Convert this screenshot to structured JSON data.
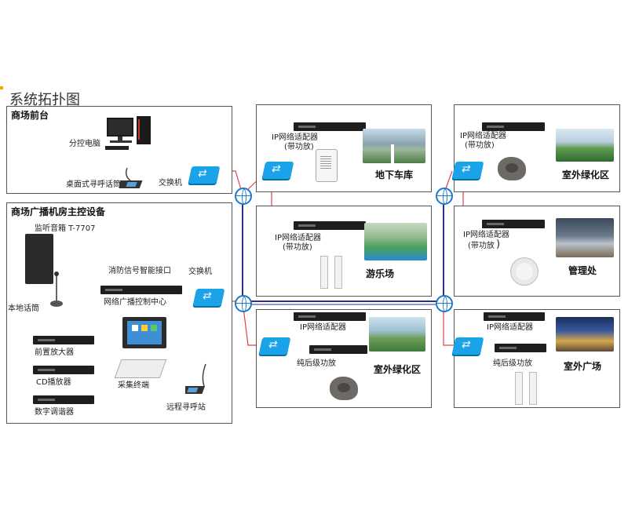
{
  "title": "系统拓扑图",
  "colors": {
    "red_link": "#e0414b",
    "green_link": "#2aa36b",
    "blue_backbone": "#2b2f8f",
    "switch": "#1aa3e8"
  },
  "panels": {
    "front_desk": {
      "title": "商场前台",
      "pc_label": "分控电脑",
      "mic_label": "桌面式寻呼话筒",
      "switch_label": "交换机"
    },
    "control_room": {
      "title": "商场广播机房主控设备",
      "monitor_label": "监听音箱 T-7707",
      "local_mic_label": "本地话筒",
      "fire_label": "消防信号智能接口",
      "switch_label": "交换机",
      "server_label": "网络广播控制中心",
      "preamp_label": "前置放大器",
      "cd_label": "CD播放器",
      "tuner_label": "数字调谐器",
      "collector_label": "采集终端",
      "remote_label": "远程寻呼站"
    },
    "parking": {
      "adapter_label": "IP网络适配器",
      "adapter_sub": "(带功放)",
      "area": "地下车库"
    },
    "green_area_top": {
      "adapter_label": "IP网络适配器",
      "adapter_sub": "(带功放)",
      "area": "室外绿化区"
    },
    "playground": {
      "adapter_label": "IP网络适配器",
      "adapter_sub": "(带功放)",
      "area": "游乐场"
    },
    "management": {
      "adapter_label": "IP网络适配器",
      "adapter_sub": "(带功放",
      "adapter_paren": ")",
      "area": "管理处"
    },
    "green_area_bottom": {
      "adapter_label": "IP网络适配器",
      "amp_label": "纯后级功放",
      "area": "室外绿化区"
    },
    "plaza": {
      "adapter_label": "IP网络适配器",
      "amp_label": "纯后级功放",
      "area": "室外广场"
    }
  }
}
